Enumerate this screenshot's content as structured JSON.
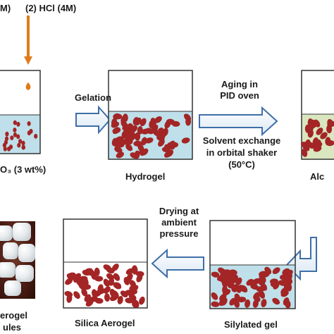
{
  "labels": {
    "top_reagent_1": "M)",
    "top_reagent_2": "(2) HCl (4M)",
    "sol_label": "O₃ (3 wt%)",
    "gelation": "Gelation",
    "hydrogel": "Hydrogel",
    "aging_line1": "Aging in",
    "aging_line2": "PID oven",
    "solvent_line1": "Solvent exchange",
    "solvent_line2": "in orbital shaker",
    "solvent_line3": "(50°C)",
    "alcogel": "Alc",
    "drying_line1": "Drying at",
    "drying_line2": "ambient",
    "drying_line3": "pressure",
    "silylated_gel": "Silylated gel",
    "silica_aerogel": "Silica Aerogel",
    "granules_line1": "erogel",
    "granules_line2": "ules"
  },
  "colors": {
    "particle": "#a32525",
    "solution": "#bfe0ea",
    "alcogel_liquid": "#d9e6bf",
    "arrow_fill": "#ffffff",
    "arrow_stroke": "#3d6fa8",
    "dropper": "#e07b1a",
    "beaker_stroke": "#333333"
  }
}
